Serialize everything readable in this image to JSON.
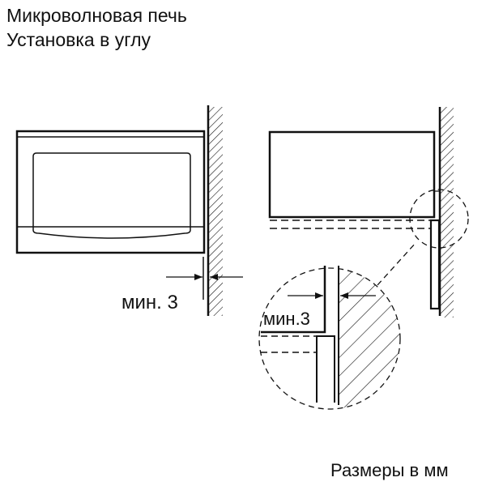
{
  "header": {
    "title_line1": "Микроволновая печь",
    "title_line2": "Установка в углу"
  },
  "diagram": {
    "front_view_gap_label": "мин. 3",
    "detail_gap_label": "мин.3",
    "units_note": "Размеры в мм"
  },
  "colors": {
    "line": "#111111",
    "background": "#ffffff"
  }
}
